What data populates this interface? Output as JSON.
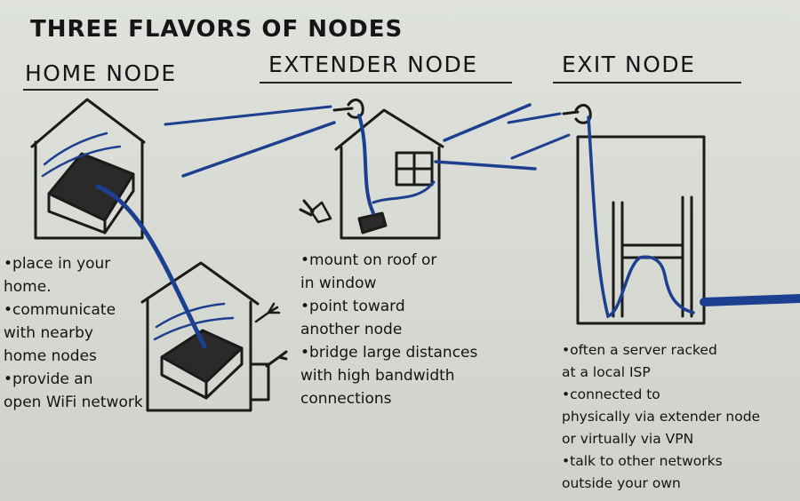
{
  "title": "THREE FLAVORS OF NODES",
  "columns": [
    {
      "heading": "HOME NODE",
      "bullets": [
        "•place in your",
        "  home.",
        "•communicate",
        "  with nearby",
        "  home nodes",
        "•provide an",
        "  open WiFi network"
      ]
    },
    {
      "heading": "EXTENDER NODE",
      "bullets": [
        "•mount on roof or",
        "  in window",
        "•point toward",
        "  another node",
        "•bridge large distances",
        "  with high bandwidth",
        "  connections"
      ]
    },
    {
      "heading": "EXIT NODE",
      "bullets": [
        "•often a server racked",
        "  at a local ISP",
        "•connected to",
        "physically via extender node",
        "or virtually via VPN",
        "•talk to other networks",
        "outside your own"
      ]
    }
  ],
  "colors": {
    "ink": "#151515",
    "blue_ink": "#1d3f8f",
    "paper": "#d9dcd6"
  }
}
